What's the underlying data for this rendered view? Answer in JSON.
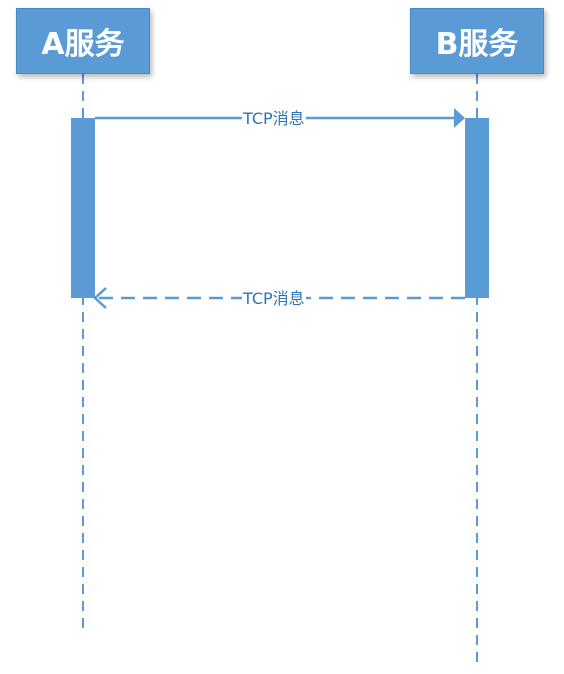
{
  "participants": [
    {
      "label": "A服务"
    },
    {
      "label": "B服务"
    }
  ],
  "messages": [
    {
      "label": "TCP消息",
      "from": "A服务",
      "to": "B服务",
      "style": "solid"
    },
    {
      "label": "TCP消息",
      "from": "B服务",
      "to": "A服务",
      "style": "dashed"
    }
  ],
  "colors": {
    "primary": "#5b9bd5",
    "label_text": "#2e74b5",
    "background": "#ffffff"
  }
}
